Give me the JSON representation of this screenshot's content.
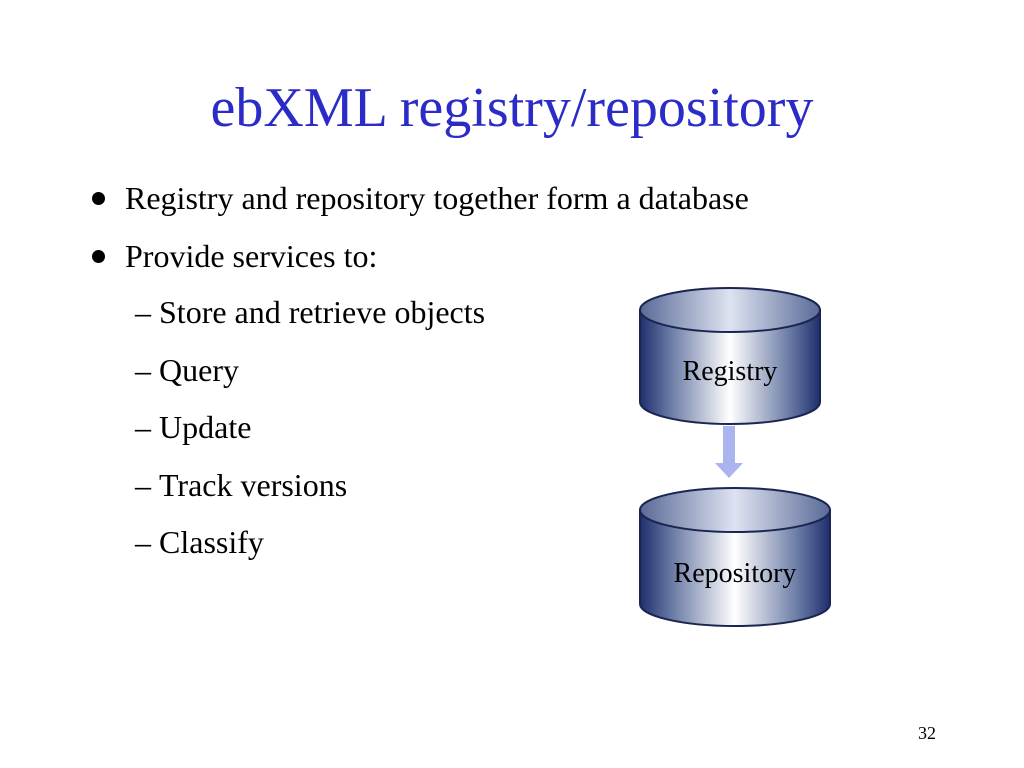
{
  "slide": {
    "title": "ebXML registry/repository",
    "bullets": [
      "Registry and repository together form a database",
      "Provide services to:"
    ],
    "sub_items": [
      "Store and retrieve objects",
      "Query",
      "Update",
      "Track versions",
      "Classify"
    ],
    "dash": "–",
    "page_number": "32"
  },
  "diagram": {
    "registry_label": "Registry",
    "repository_label": "Repository",
    "colors": {
      "title": "#2b2bc8",
      "cylinder_dark": "#1e2f6e",
      "cylinder_light": "#ffffff",
      "cylinder_top": "#9aa8c8",
      "arrow": "#aab4ee"
    }
  }
}
